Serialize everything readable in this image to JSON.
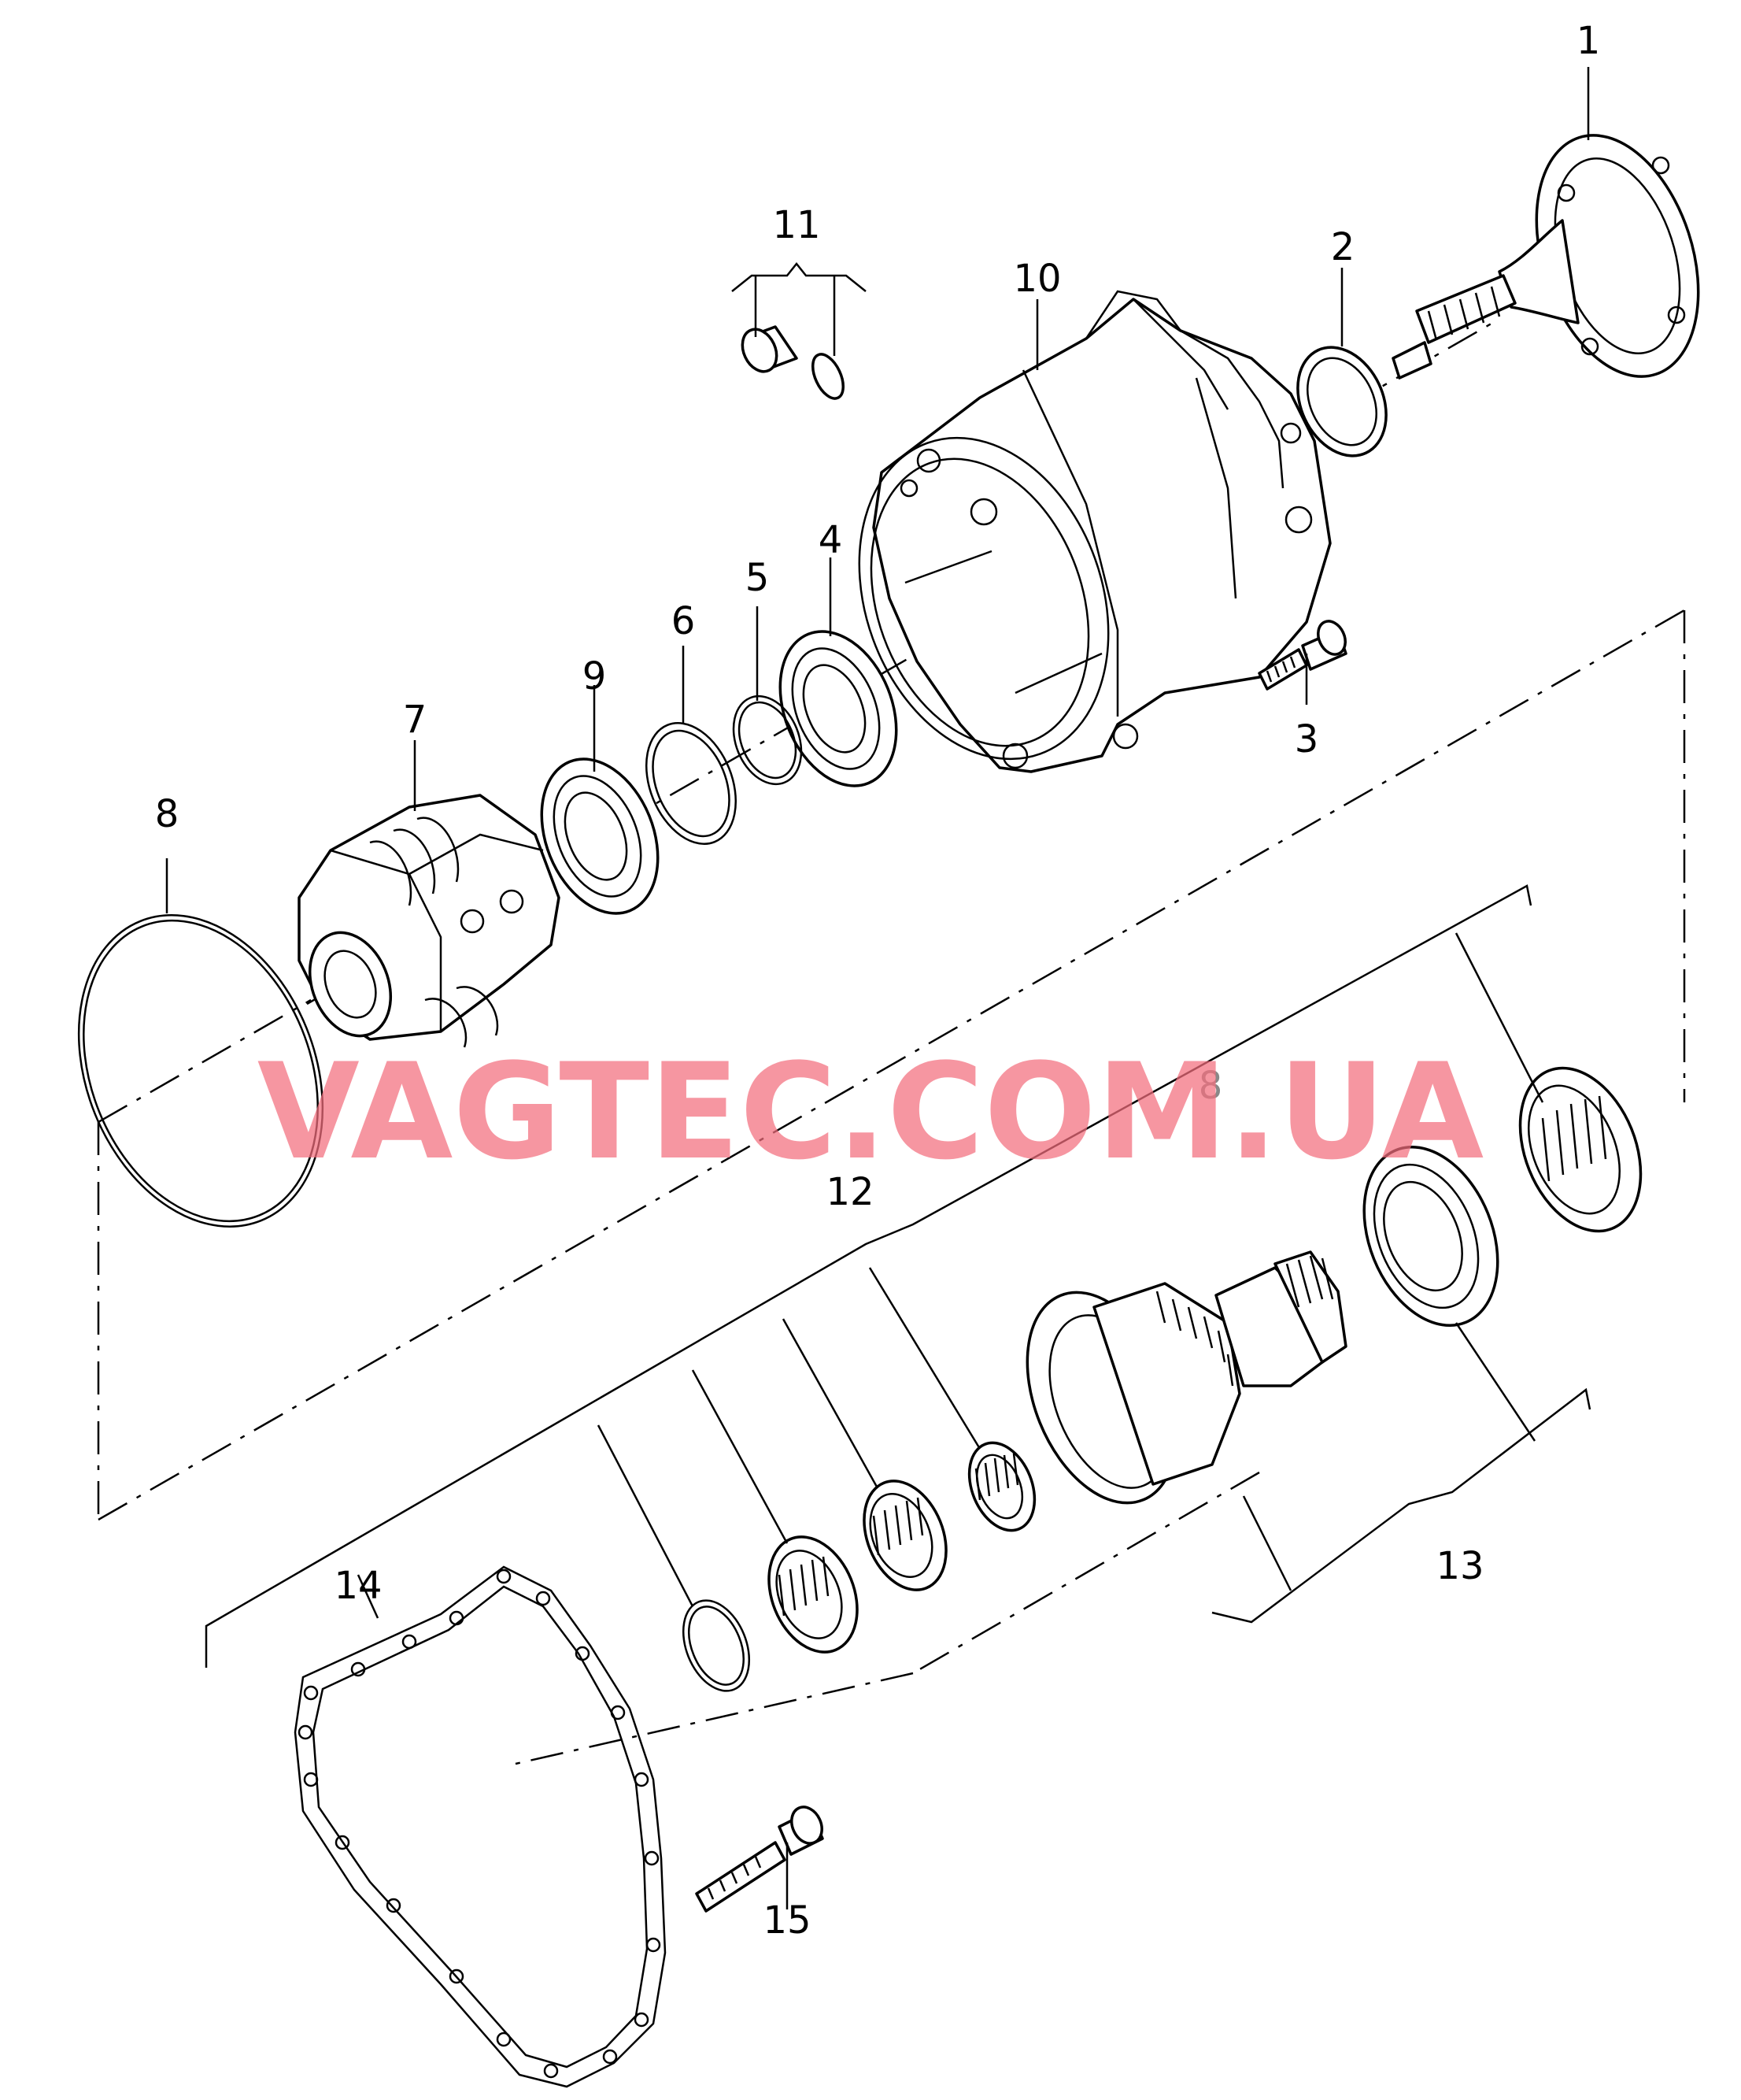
{
  "callouts": {
    "c1": "1",
    "c2": "2",
    "c3": "3",
    "c4": "4",
    "c5": "5",
    "c6": "6",
    "c7": "7",
    "c8": "8",
    "c8b": "8",
    "c9": "9",
    "c10": "10",
    "c11": "11",
    "c12": "12",
    "c13": "13",
    "c14": "14",
    "c15": "15"
  },
  "watermark": "VAGTEC.COM.UA",
  "colors": {
    "line": "#000000",
    "watermark": "#f26d7d",
    "background": "#ffffff"
  }
}
